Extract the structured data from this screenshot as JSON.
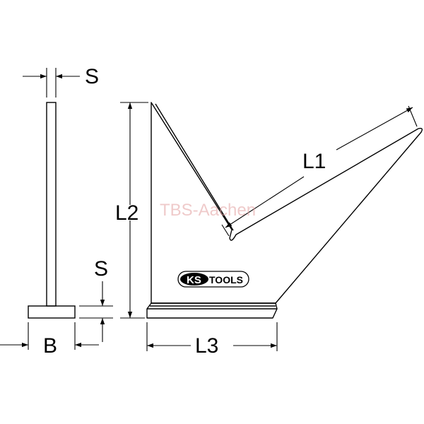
{
  "dimensions": {
    "s_top": "S",
    "s_side": "S",
    "b": "B",
    "l1": "L1",
    "l2": "L2",
    "l3": "L3"
  },
  "logo": {
    "brand_left": "KS",
    "brand_right": "TOOLS"
  },
  "watermark": "TBS-Aachen",
  "colors": {
    "line": "#000000",
    "background": "#ffffff",
    "watermark": "#e2a0a0"
  }
}
